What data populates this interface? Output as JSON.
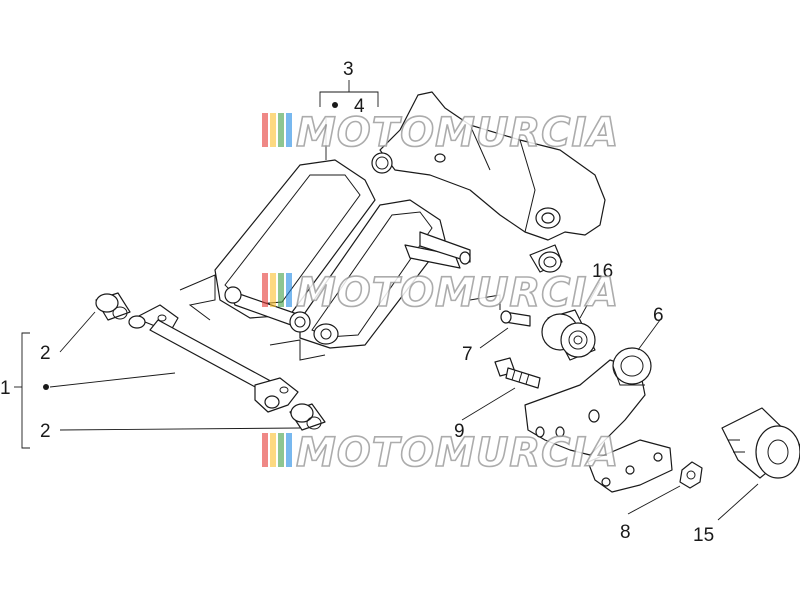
{
  "diagram": {
    "watermark": "MOTOMURCIA",
    "watermark_colors": [
      "#e53935",
      "#fbc02d",
      "#43a047",
      "#1e88e5"
    ],
    "line_color": "#1a1a1a",
    "callouts": {
      "c1": "1",
      "c2a": "2",
      "c2b": "2",
      "c3": "3",
      "c4": "4",
      "c6": "6",
      "c7": "7",
      "c8": "8",
      "c9": "9",
      "c15": "15",
      "c16": "16"
    }
  }
}
